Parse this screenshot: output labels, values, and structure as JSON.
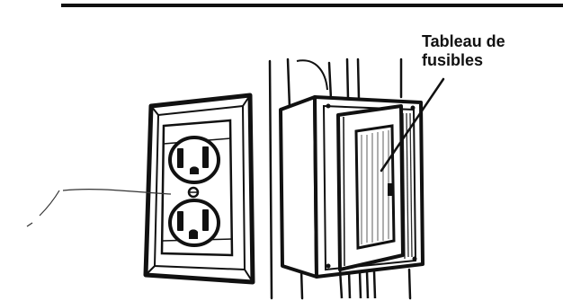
{
  "callout": {
    "line1": "Tableau de",
    "line2": "fusibles"
  },
  "colors": {
    "ink": "#111111",
    "paper": "#ffffff",
    "glass": "#9a9a9a",
    "shade": "#2a2a2a"
  },
  "illustration": {
    "wall_outlet": "duplex-receptacle",
    "fuse_panel": "electrical-panel-open-door",
    "structure": "wall-studs"
  }
}
